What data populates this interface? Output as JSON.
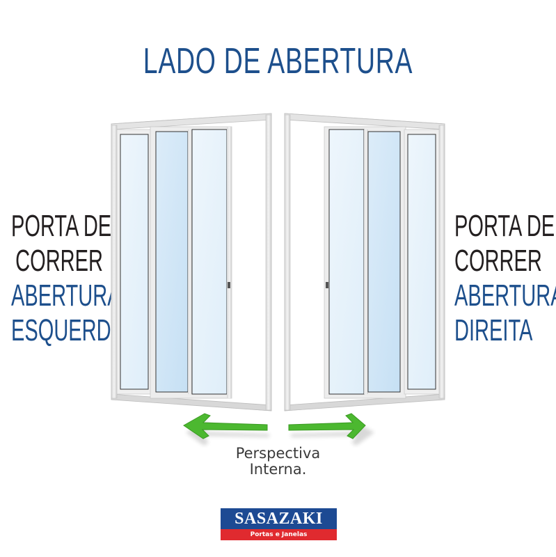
{
  "title": "LADO DE ABERTURA",
  "left_label": {
    "line1": "PORTA DE",
    "line2": "CORRER",
    "line3": "ABERTURA",
    "line4": "ESQUERDA"
  },
  "right_label": {
    "line1": "PORTA DE",
    "line2": "CORRER",
    "line3": "ABERTURA",
    "line4": "DIREITA"
  },
  "caption": {
    "line1": "Perspectiva",
    "line2": "Interna."
  },
  "arrows": {
    "left": "arrow-left-icon",
    "right": "arrow-right-icon",
    "color": "#4cb830"
  },
  "logo": {
    "brand": "SASAZAKI",
    "tagline": "Portas e Janelas",
    "brand_bg": "#1d4a93",
    "tagline_bg": "#e02a2f"
  },
  "colors": {
    "title_blue": "#1d4f8c",
    "text_dark": "#231f20",
    "glass": "#e6f2fb",
    "glass_dark": "#cfe6f7",
    "frame": "#e9e9e9"
  }
}
